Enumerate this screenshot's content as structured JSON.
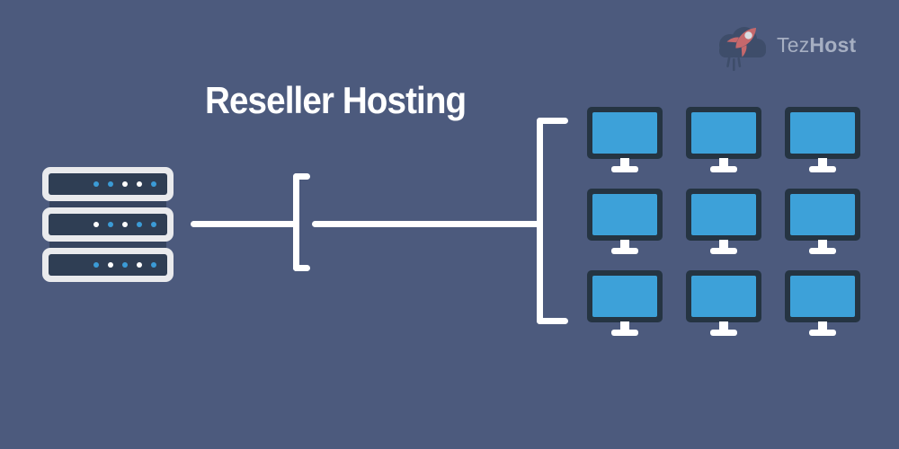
{
  "colors": {
    "bg": "#4C5A7D",
    "line": "#FFFFFF",
    "title_color": "#FFFFFF",
    "srv_body": "#E9EAED",
    "srv_panel": "#2F3E54",
    "srv_back": "#36445F",
    "mon_frame": "#253442",
    "mon_screen": "#3DA1D9",
    "mon_stand": "#FFFFFF",
    "logo_text": "#A6AFC2",
    "cloud": "#3E4D6A",
    "rocket": "#C5686C",
    "rocket_window": "#D9DDE2"
  },
  "title": {
    "text": "Reseller Hosting"
  },
  "logo": {
    "brand_tez": "Tez",
    "brand_host": "Host",
    "icon": "rocket-cloud-icon"
  },
  "diagram": {
    "server_stack": {
      "unit_count": 3,
      "dot_colors": {
        "blue": "#3B9BD6",
        "white": "#FFFFFF"
      },
      "units": [
        {
          "dots": [
            "blue",
            "blue",
            "white",
            "white",
            "blue"
          ]
        },
        {
          "dots": [
            "white",
            "blue",
            "white",
            "blue",
            "blue"
          ]
        },
        {
          "dots": [
            "blue",
            "white",
            "blue",
            "white",
            "blue"
          ]
        }
      ]
    },
    "monitors": {
      "rows": 3,
      "cols": 3,
      "count": 9
    }
  }
}
